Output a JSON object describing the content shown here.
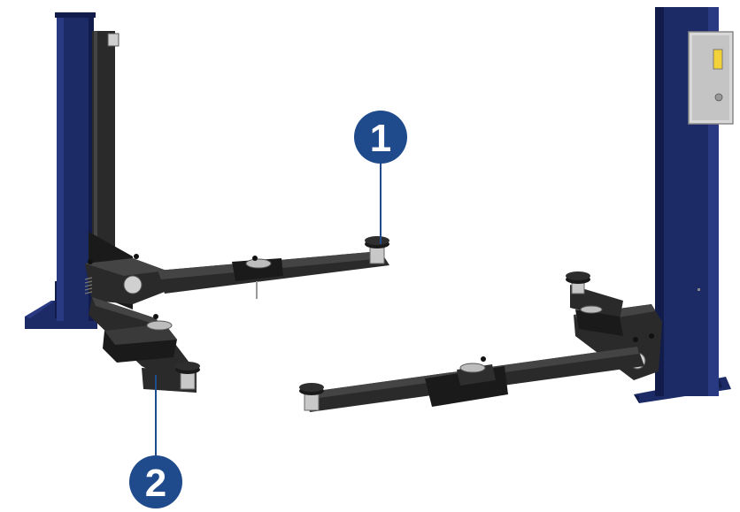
{
  "colors": {
    "column_blue": "#1c2a66",
    "column_blue_dark": "#121c4a",
    "column_blue_light": "#2a3a82",
    "arm_black": "#2a2a2a",
    "arm_dark": "#1a1a1a",
    "arm_highlight": "#444444",
    "callout_blue": "#1f4a8c",
    "leader_blue": "#1f4a8c",
    "control_box_grey": "#d9d9d9",
    "lift_pad_grey": "#c8c8c8"
  },
  "callouts": [
    {
      "number": "1",
      "refers_to": "lift-arm-pad"
    },
    {
      "number": "2",
      "refers_to": "lift-arm"
    }
  ]
}
